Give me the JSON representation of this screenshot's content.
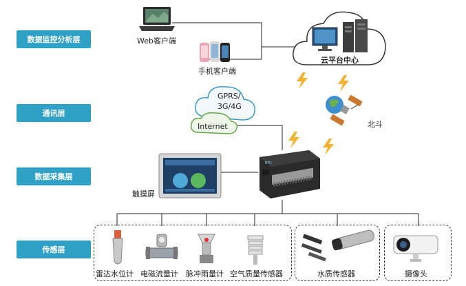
{
  "layers": {
    "monitoring": "数据监控分析层",
    "communication": "通讯层",
    "acquisition": "数据采集层",
    "sensing": "传感层"
  },
  "nodes": {
    "web_client": "Web客户端",
    "mobile_client": "手机客户端",
    "cloud_center": "云平台中心",
    "gprs_line1": "GPRS/",
    "gprs_line2": "3G/4G",
    "internet": "Internet",
    "beidou": "北斗",
    "touchscreen": "触摸屏"
  },
  "sensors": {
    "radar_level": "雷达水位计",
    "em_flowmeter": "电磁流量计",
    "pulse_rain": "脉冲雨量计",
    "air_quality": "空气质量传感器",
    "water_quality": "水质传感器",
    "camera": "摄像头"
  },
  "colors": {
    "layer_accent": "#2fa1c7",
    "lightning": "#f2b233"
  }
}
